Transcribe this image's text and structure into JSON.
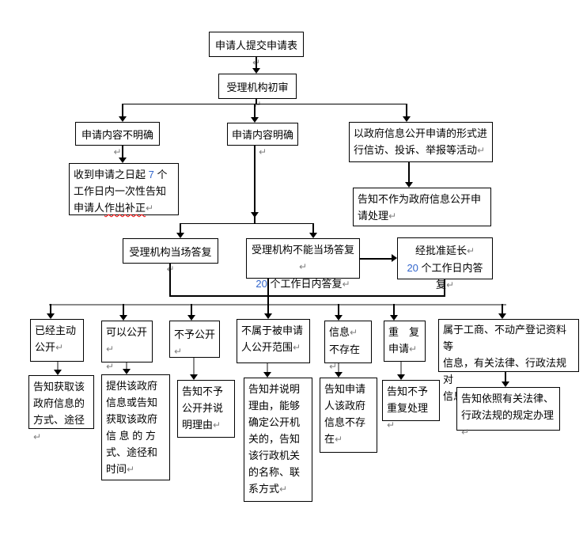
{
  "colors": {
    "number_blue": "#3366cc",
    "return_mark_gray": "#808080",
    "line_black": "#000000",
    "bus_gray": "#8a8a8a",
    "squiggle_red": "#ff0000",
    "background": "#ffffff"
  },
  "glyphs": {
    "return_mark": "↵"
  },
  "nodes": {
    "submit": {
      "text": "申请人提交申请表↵"
    },
    "review": {
      "text": "受理机构初审↵"
    },
    "unclear": {
      "text": "申请内容不明确↵"
    },
    "clear": {
      "text": "申请内容明确↵"
    },
    "petition": {
      "lines": [
        "以政府信息公开申请的形式进",
        "行信访、投诉、举报等活动↵"
      ]
    },
    "supplement": {
      "p1": "收到申请之日起 ",
      "days": "7",
      "p2": " 个工作日内一次性告知申请人",
      "correction": "作出补正",
      "p3": "↵"
    },
    "not_treated": {
      "lines": [
        "告知不作为政府信息公开申",
        "请处理↵"
      ]
    },
    "onspot": {
      "text": "受理机构当场答复↵"
    },
    "within20": {
      "t1": "受理机构不能当场答复↵\n",
      "days": "20",
      "t2": " 个工作日内答复↵"
    },
    "extended": {
      "t1": "经批准延长↵\n",
      "days": "20",
      "t2": " 个工作日内答复↵"
    },
    "cat_already_public": {
      "lines": [
        "已经主动",
        "公开↵"
      ]
    },
    "cat_can_public": {
      "lines": [
        "可以公开↵",
        "↵"
      ]
    },
    "cat_not_public": {
      "text": "不予公开↵"
    },
    "cat_not_in_scope": {
      "lines": [
        "不属于被申请",
        "人公开范围↵"
      ]
    },
    "cat_not_exist": {
      "lines": [
        "信息↵",
        "不存在↵"
      ]
    },
    "cat_repeat": {
      "lines": [
        "重　复",
        "申请↵"
      ]
    },
    "cat_special": {
      "lines": [
        "属于工商、不动产登记资料等",
        "信息，有关法律、行政法规对",
        "信息获取有特别规定的↵"
      ]
    },
    "out_inform_way": {
      "lines": [
        "告知获取该",
        "政府信息的",
        "方式、途径↵"
      ]
    },
    "out_provide": {
      "lines": [
        "提供该政府",
        "信息或告知",
        "获取该政府",
        "信 息 的 方",
        "式、途径和",
        "时间↵"
      ]
    },
    "out_refuse": {
      "lines": [
        "告知不予",
        "公开并说",
        "明理由↵"
      ]
    },
    "out_explain": {
      "lines": [
        "告知并说明",
        "理由，能够",
        "确定公开机",
        "关的，告知",
        "该行政机关",
        "的名称、联",
        "系方式↵"
      ]
    },
    "out_not_exist": {
      "lines": [
        "告知申请",
        "人该政府",
        "信息不存",
        "在↵"
      ]
    },
    "out_no_repeat": {
      "lines": [
        "告知不予",
        "重复处理↵"
      ]
    },
    "out_legal": {
      "lines": [
        "告知依照有关法律、",
        "行政法规的规定办理↵"
      ]
    }
  }
}
